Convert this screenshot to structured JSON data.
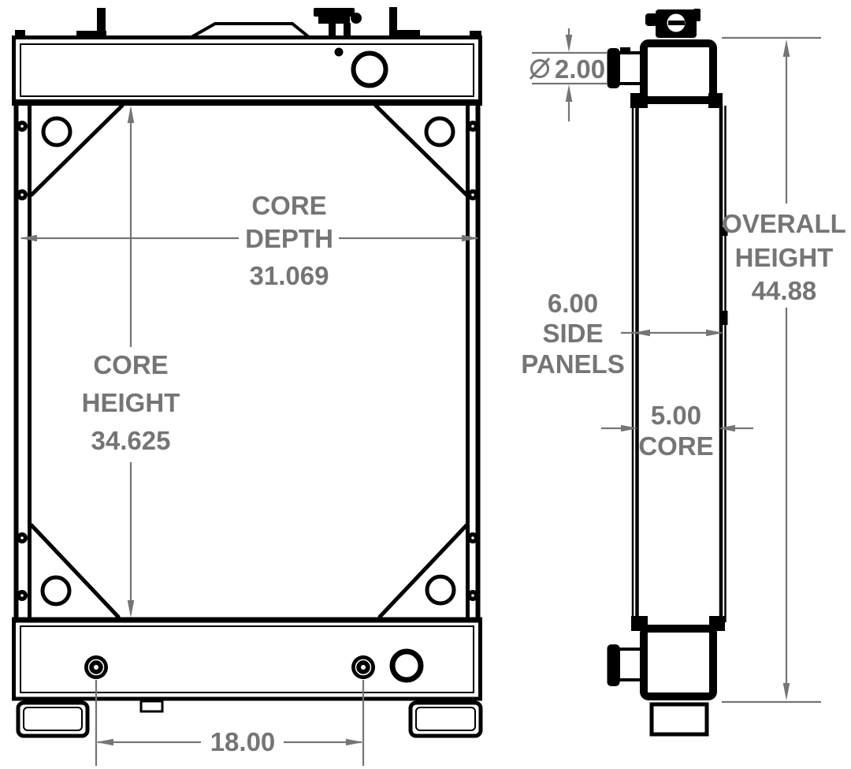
{
  "colors": {
    "line": "#000000",
    "dimension": "#757575",
    "background": "#ffffff"
  },
  "dimensions": {
    "core_depth": {
      "lines": [
        "CORE",
        "DEPTH"
      ],
      "value": "31.069"
    },
    "core_height": {
      "lines": [
        "CORE",
        "HEIGHT"
      ],
      "value": "34.625"
    },
    "lower_fitting_spacing": {
      "value": "18.00"
    },
    "inlet_outlet_diameter": {
      "symbol": "diameter",
      "value": "2.00"
    },
    "overall_height": {
      "lines": [
        "OVERALL",
        "HEIGHT"
      ],
      "value": "44.88"
    },
    "side_panels": {
      "value": "6.00",
      "lines": [
        "SIDE",
        "PANELS"
      ]
    },
    "core_thickness": {
      "value": "5.00",
      "lines": [
        "CORE"
      ]
    }
  }
}
